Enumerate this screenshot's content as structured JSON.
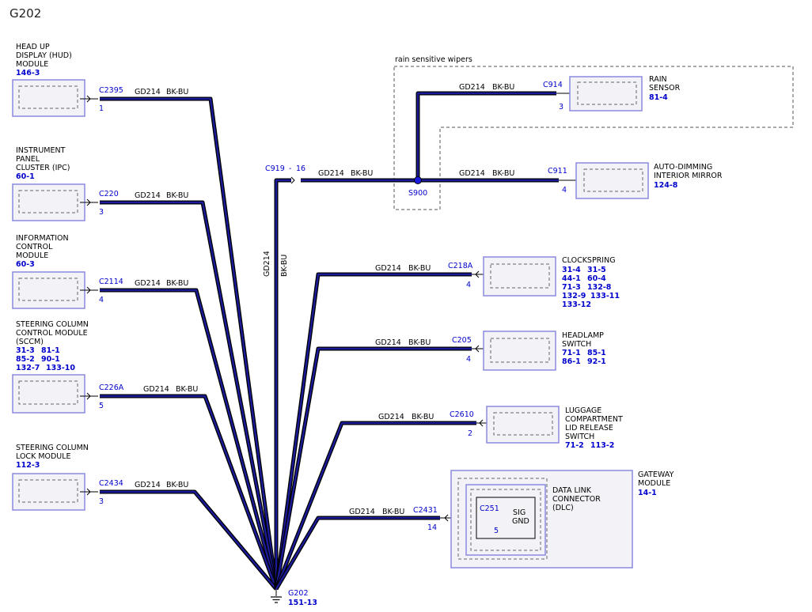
{
  "title": "G202",
  "region_label": "rain sensitive wipers",
  "modules": [
    {
      "id": "hud",
      "lines": [
        "HEAD UP",
        "DISPLAY (HUD)",
        "MODULE"
      ],
      "refs": [
        "146-3"
      ],
      "connector": "C2395",
      "pin": "1",
      "wire": "GD214",
      "color": "BK-BU"
    },
    {
      "id": "ipc",
      "lines": [
        "INSTRUMENT",
        "PANEL",
        "CLUSTER (IPC)"
      ],
      "refs": [
        "60-1"
      ],
      "connector": "C220",
      "pin": "3",
      "wire": "GD214",
      "color": "BK-BU"
    },
    {
      "id": "icm",
      "lines": [
        "INFORMATION",
        "CONTROL",
        "MODULE"
      ],
      "refs": [
        "60-3"
      ],
      "connector": "C2114",
      "pin": "4",
      "wire": "GD214",
      "color": "BK-BU"
    },
    {
      "id": "sccm",
      "lines": [
        "STEERING COLUMN",
        "CONTROL MODULE",
        "(SCCM)"
      ],
      "refs": [
        "31-3",
        "81-1",
        "85-2",
        "90-1",
        "132-7",
        "133-10"
      ],
      "connector": "C226A",
      "pin": "5",
      "wire": "GD214",
      "color": "BK-BU"
    },
    {
      "id": "sclm",
      "lines": [
        "STEERING COLUMN",
        "LOCK MODULE"
      ],
      "refs": [
        "112-3"
      ],
      "connector": "C2434",
      "pin": "3",
      "wire": "GD214",
      "color": "BK-BU"
    },
    {
      "id": "rain",
      "lines": [
        "RAIN",
        "SENSOR"
      ],
      "refs": [
        "81-4"
      ],
      "connector": "C914",
      "pin": "3",
      "wire": "GD214",
      "color": "BK-BU"
    },
    {
      "id": "mirror",
      "lines": [
        "AUTO-DIMMING",
        "INTERIOR MIRROR"
      ],
      "refs": [
        "124-8"
      ],
      "connector": "C911",
      "pin": "4",
      "wire": "GD214",
      "color": "BK-BU"
    },
    {
      "id": "clock",
      "lines": [
        "CLOCKSPRING"
      ],
      "refs": [
        "31-4",
        "31-5",
        "44-1",
        "60-4",
        "71-3",
        "132-8",
        "132-9",
        "133-11",
        "133-12"
      ],
      "connector": "C218A",
      "pin": "4",
      "wire": "GD214",
      "color": "BK-BU"
    },
    {
      "id": "headlamp",
      "lines": [
        "HEADLAMP",
        "SWITCH"
      ],
      "refs": [
        "71-1",
        "85-1",
        "86-1",
        "92-1"
      ],
      "connector": "C205",
      "pin": "4",
      "wire": "GD214",
      "color": "BK-BU"
    },
    {
      "id": "luggage",
      "lines": [
        "LUGGAGE",
        "COMPARTMENT",
        "LID RELEASE",
        "SWITCH"
      ],
      "refs": [
        "71-2",
        "113-2"
      ],
      "connector": "C2610",
      "pin": "2",
      "wire": "GD214",
      "color": "BK-BU"
    },
    {
      "id": "gateway",
      "lines": [
        "GATEWAY",
        "MODULE"
      ],
      "refs": [
        "14-1"
      ],
      "connector": "C2431",
      "pin": "14",
      "wire": "GD214",
      "color": "BK-BU"
    }
  ],
  "dlc": {
    "lines": [
      "DATA LINK",
      "CONNECTOR",
      "(DLC)"
    ],
    "connector": "C251",
    "pin": "5",
    "sig_lines": [
      "SIG",
      "GND"
    ]
  },
  "inline": {
    "connector": "C919",
    "pin": "16",
    "wire": "GD214",
    "color": "BK-BU"
  },
  "trunk": {
    "wire": "GD214",
    "color": "BK-BU"
  },
  "splice": "S900",
  "ground": {
    "name": "G202",
    "ref": "151-13"
  },
  "colors": {
    "wire_outer": "#000000",
    "wire_inner": "#1b1b9a",
    "ref_text": "#0000cc",
    "box_border": "#8a8ae0"
  }
}
